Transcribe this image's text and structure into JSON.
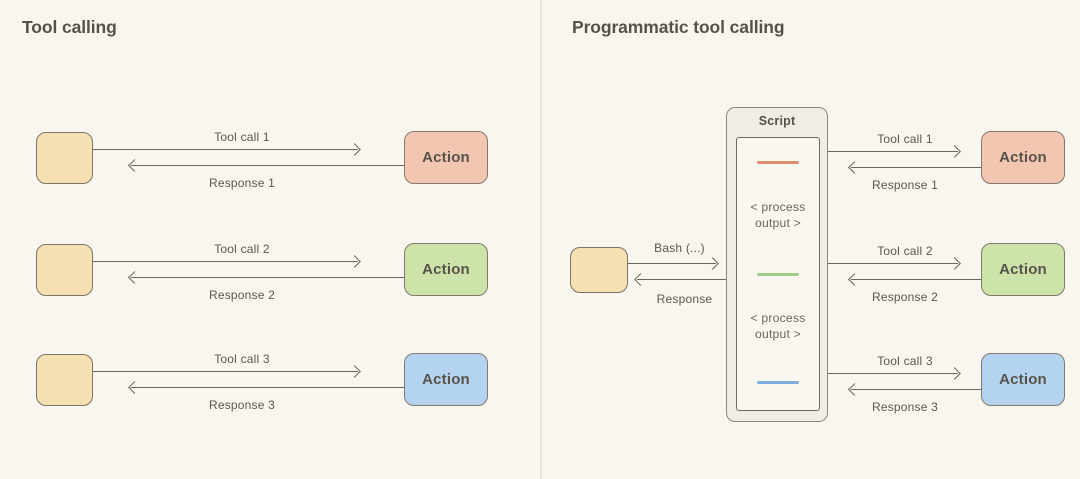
{
  "colors": {
    "background": "#F8F6EF",
    "divider": "#E8E5DC",
    "arrow_line": "#6B675D",
    "box_border": "#7C7468",
    "title_text": "#55524B",
    "label_text": "#5C584E",
    "agent_fill": "#F6DFB1",
    "action_pink_fill": "#F2C6B1",
    "action_green_fill": "#CDE3AA",
    "action_blue_fill": "#B4D3F1",
    "script_outer_fill": "#F0EDE5",
    "script_inner_fill": "#F9F7F0",
    "dash_orange": "#DD8E6E",
    "dash_green": "#A2CC86",
    "dash_blue": "#81ADE3"
  },
  "left_panel": {
    "title": "Tool calling",
    "rows": [
      {
        "tool_call_label": "Tool call 1",
        "response_label": "Response 1",
        "action_label": "Action"
      },
      {
        "tool_call_label": "Tool call 2",
        "response_label": "Response 2",
        "action_label": "Action"
      },
      {
        "tool_call_label": "Tool call 3",
        "response_label": "Response 3",
        "action_label": "Action"
      }
    ]
  },
  "right_panel": {
    "title": "Programmatic tool calling",
    "bash_arrow_label": "Bash (...)",
    "response_arrow_label": "Response",
    "script": {
      "title": "Script",
      "process_output_labels": [
        "< process output >",
        "< process output >"
      ]
    },
    "rows": [
      {
        "tool_call_label": "Tool call 1",
        "response_label": "Response 1",
        "action_label": "Action"
      },
      {
        "tool_call_label": "Tool call 2",
        "response_label": "Response 2",
        "action_label": "Action"
      },
      {
        "tool_call_label": "Tool call 3",
        "response_label": "Response 3",
        "action_label": "Action"
      }
    ]
  }
}
